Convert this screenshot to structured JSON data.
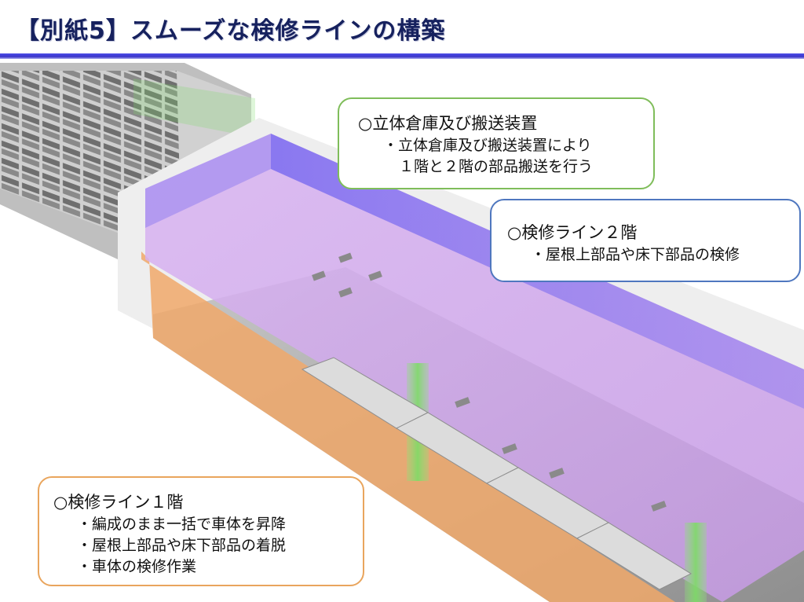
{
  "slide": {
    "title": "【別紙5】スムーズな検修ラインの構築"
  },
  "callouts": {
    "warehouse": {
      "heading": "○立体倉庫及び搬送装置",
      "items": [
        "・立体倉庫及び搬送装置により",
        "１階と２階の部品搬送を行う"
      ]
    },
    "line_2f": {
      "heading": "○検修ライン２階",
      "items": [
        "・屋根上部品や床下部品の検修"
      ]
    },
    "line_1f": {
      "heading": "○検修ライン１階",
      "items": [
        "・編成のまま一括で車体を昇降",
        "・屋根上部品や床下部品の着脱",
        "・車体の検修作業"
      ]
    }
  },
  "colors": {
    "title_text": "#16215e",
    "title_rule": "#3a35c9",
    "warehouse_frame": "#7fbd5a",
    "line_2f_frame": "#4f77bf",
    "line_1f_frame": "#e9a55d",
    "upper_floor_highlight": "#b48ce0",
    "lower_floor_highlight": "#f0a86a",
    "lift_column": "#8fe07a"
  }
}
